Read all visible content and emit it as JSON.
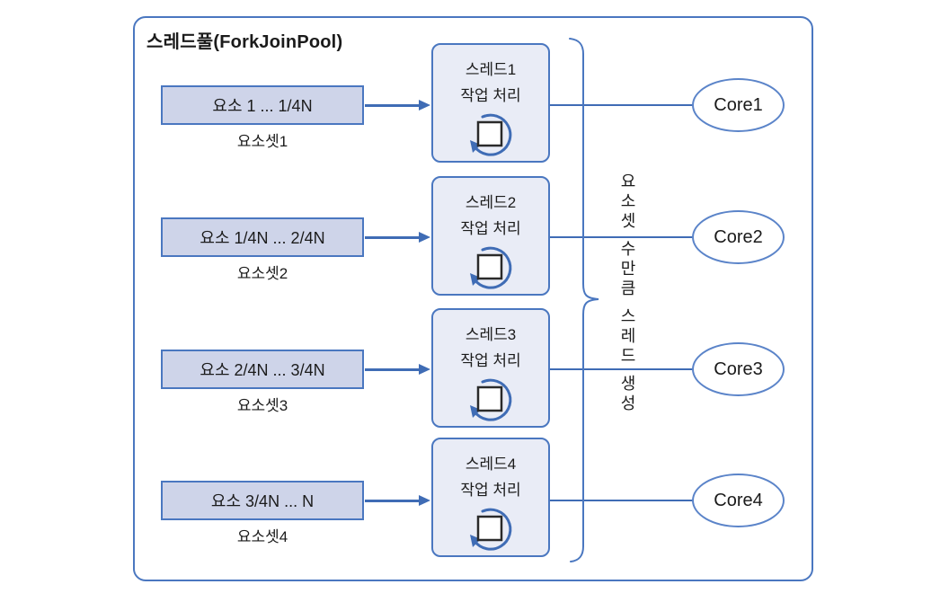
{
  "diagram": {
    "title": "스레드풀(ForkJoinPool)",
    "vertical_note": "요소셋 수만큼 스레드 생성",
    "rows": [
      {
        "element_range": "요소 1 ... 1/4N",
        "element_set": "요소셋1",
        "thread_title": "스레드1",
        "thread_subtitle": "작업 처리",
        "core": "Core1"
      },
      {
        "element_range": "요소 1/4N ... 2/4N",
        "element_set": "요소셋2",
        "thread_title": "스레드2",
        "thread_subtitle": "작업 처리",
        "core": "Core2"
      },
      {
        "element_range": "요소 2/4N ... 3/4N",
        "element_set": "요소셋3",
        "thread_title": "스레드3",
        "thread_subtitle": "작업 처리",
        "core": "Core3"
      },
      {
        "element_range": "요소 3/4N ... N",
        "element_set": "요소셋4",
        "thread_title": "스레드4",
        "thread_subtitle": "작업 처리",
        "core": "Core4"
      }
    ],
    "icons": {
      "thread_loop": "loop-arrow-icon"
    },
    "colors": {
      "line": "#3f6cb5",
      "border": "#4a77c0",
      "element_fill": "#ced4e9",
      "thread_fill": "#e9ecf6",
      "ellipse_border": "#5b84c9",
      "text": "#1b1b1b"
    }
  }
}
